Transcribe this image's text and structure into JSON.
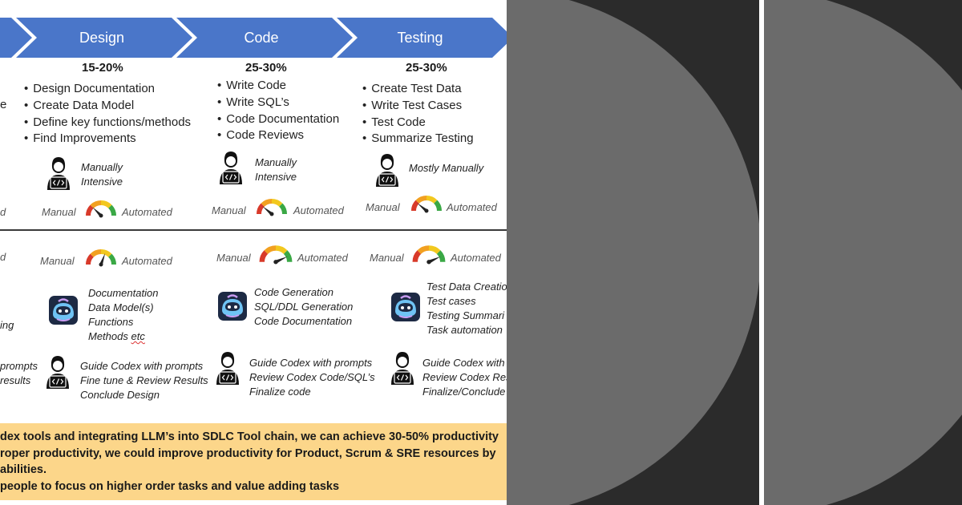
{
  "phases": [
    {
      "name": "Design",
      "percent": "15-20%"
    },
    {
      "name": "Code",
      "percent": "25-30%"
    },
    {
      "name": "Testing",
      "percent": "25-30%"
    }
  ],
  "leftPartial": {
    "text1": "e",
    "gauge1": "d",
    "gauge2": "d",
    "tool": "ing",
    "guide1": "prompts",
    "guide2": "results"
  },
  "design": {
    "bullets": [
      "Design Documentation",
      "Create Data Model",
      "Define key functions/methods",
      "Find Improvements"
    ],
    "effort": [
      "Manually",
      "Intensive"
    ],
    "toolItems": [
      "Documentation",
      "Data Model(s)",
      "Functions"
    ],
    "toolLast": {
      "word": "Methods",
      "squig": "etc"
    },
    "guide": [
      "Guide Codex with prompts",
      "Fine tune & Review Results",
      "Conclude Design"
    ]
  },
  "code": {
    "bullets": [
      "Write Code",
      "Write SQL’s",
      "Code Documentation",
      "Code Reviews"
    ],
    "effort": [
      "Manually",
      "Intensive"
    ],
    "toolItems": [
      "Code Generation",
      "SQL/DDL Generation",
      "Code Documentation"
    ],
    "guide": [
      "Guide Codex with prompts",
      "Review Codex Code/SQL’s",
      "Finalize code"
    ]
  },
  "testing": {
    "bullets": [
      "Create Test Data",
      "Write Test Cases",
      "Test Code",
      "Summarize Testing"
    ],
    "effort": [
      "Mostly Manually"
    ],
    "toolItems": [
      "Test Data Creatio",
      "Test cases",
      "Testing Summari",
      "Task automation"
    ],
    "guide": [
      "Guide Codex with",
      "Review Codex Res",
      "Finalize/Conclude"
    ]
  },
  "gauge": {
    "manual": "Manual",
    "automated": "Automated"
  },
  "banner": [
    "dex tools and integrating LLM’s into SDLC Tool chain, we can achieve 30-50% productivity",
    "roper productivity, we could improve productivity for Product, Scrum & SRE resources by",
    "abilities.",
    " people to focus on higher order tasks and value adding tasks"
  ],
  "colors": {
    "arrow": "#4a76c9",
    "banner": "#fcd68a",
    "background": "#2b2b2b",
    "circle": "#6b6b6b"
  }
}
